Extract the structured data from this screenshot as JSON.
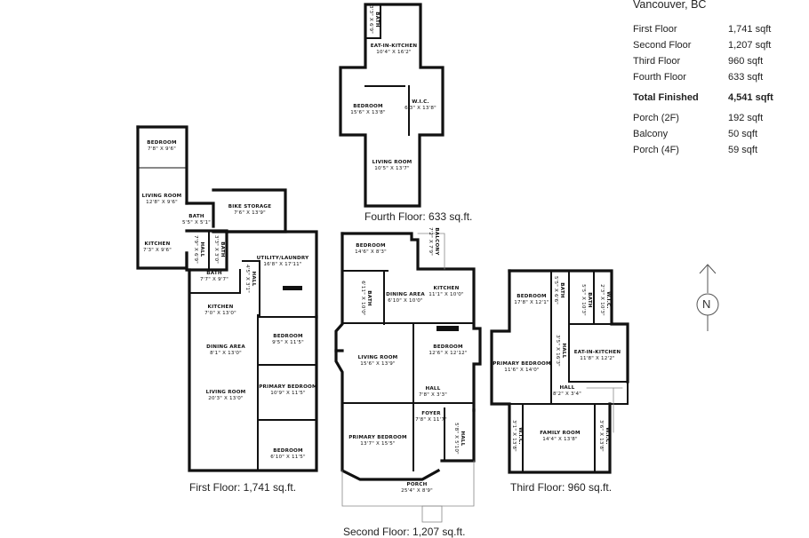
{
  "summary": {
    "city": "Vancouver, BC",
    "rows": [
      {
        "label": "First Floor",
        "value": "1,741 sqft"
      },
      {
        "label": "Second Floor",
        "value": "1,207 sqft"
      },
      {
        "label": "Third Floor",
        "value": "960 sqft"
      },
      {
        "label": "Fourth Floor",
        "value": "633 sqft"
      }
    ],
    "total": {
      "label": "Total Finished",
      "value": "4,541 sqft"
    },
    "extras": [
      {
        "label": "Porch (2F)",
        "value": "192 sqft"
      },
      {
        "label": "Balcony",
        "value": "50 sqft"
      },
      {
        "label": "Porch (4F)",
        "value": "59 sqft"
      }
    ]
  },
  "compass": {
    "letter": "N"
  },
  "floors": {
    "first": {
      "caption": "First Floor: 1,741 sq.ft.",
      "rooms": [
        {
          "name": "BEDROOM",
          "dim": "7'8\" X 9'6\""
        },
        {
          "name": "LIVING ROOM",
          "dim": "12'8\" X 9'6\""
        },
        {
          "name": "BATH",
          "dim": "5'5\" X 5'1\""
        },
        {
          "name": "KITCHEN",
          "dim": "7'3\" X 9'6\""
        },
        {
          "name": "HALL",
          "dim": "7'9\" X 6'9\""
        },
        {
          "name": "BATH",
          "dim": "3'3\" X 3'0\""
        },
        {
          "name": "BIKE STORAGE",
          "dim": "7'6\" X 13'9\""
        },
        {
          "name": "UTILITY/LAUNDRY",
          "dim": "16'8\" X 17'11\""
        },
        {
          "name": "BATH",
          "dim": "7'7\" X 9'7\""
        },
        {
          "name": "HALL",
          "dim": "4'5\" X 3'1\""
        },
        {
          "name": "KITCHEN",
          "dim": "7'0\" X 13'0\""
        },
        {
          "name": "DINING AREA",
          "dim": "8'1\" X 13'0\""
        },
        {
          "name": "LIVING ROOM",
          "dim": "20'3\" X 13'0\""
        },
        {
          "name": "BEDROOM",
          "dim": "9'5\" X 11'5\""
        },
        {
          "name": "PRIMARY BEDROOM",
          "dim": "10'9\" X 11'5\""
        },
        {
          "name": "BEDROOM",
          "dim": "6'10\" X 11'5\""
        }
      ]
    },
    "second": {
      "caption": "Second Floor: 1,207 sq.ft.",
      "rooms": [
        {
          "name": "BEDROOM",
          "dim": "14'6\" X 8'3\""
        },
        {
          "name": "BALCONY",
          "dim": "7'2\" X 7'9\""
        },
        {
          "name": "BATH",
          "dim": "6'11\" X 10'0\""
        },
        {
          "name": "DINING AREA",
          "dim": "6'10\" X 10'0\""
        },
        {
          "name": "KITCHEN",
          "dim": "11'1\" X 10'0\""
        },
        {
          "name": "LIVING ROOM",
          "dim": "15'6\" X 13'9\""
        },
        {
          "name": "BEDROOM",
          "dim": "12'6\" X 12'12\""
        },
        {
          "name": "HALL",
          "dim": "7'8\" X 3'3\""
        },
        {
          "name": "FOYER",
          "dim": "7'8\" X 11'7\""
        },
        {
          "name": "HALL",
          "dim": "5'8\" X 5'10\""
        },
        {
          "name": "PRIMARY BEDROOM",
          "dim": "13'7\" X 15'5\""
        },
        {
          "name": "PORCH",
          "dim": "25'4\" X 8'9\""
        }
      ]
    },
    "third": {
      "caption": "Third Floor: 960 sq.ft.",
      "rooms": [
        {
          "name": "BEDROOM",
          "dim": "17'8\" X 12'1\""
        },
        {
          "name": "BATH",
          "dim": "5'5\" X 6'6\""
        },
        {
          "name": "BATH",
          "dim": "5'5\" X 10'3\""
        },
        {
          "name": "W.I.C.",
          "dim": "2'3\" X 10'3\""
        },
        {
          "name": "HALL",
          "dim": "3'5\" X 16'3\""
        },
        {
          "name": "EAT-IN-KITCHEN",
          "dim": "11'8\" X 12'2\""
        },
        {
          "name": "PRIMARY BEDROOM",
          "dim": "11'6\" X 14'0\""
        },
        {
          "name": "HALL",
          "dim": "8'2\" X 3'4\""
        },
        {
          "name": "W.I.C.",
          "dim": "3'1\" X 13'8\""
        },
        {
          "name": "FAMILY ROOM",
          "dim": "14'4\" X 13'8\""
        },
        {
          "name": "W.I.C.",
          "dim": "3'6\" X 13'8\""
        }
      ]
    },
    "fourth": {
      "caption": "Fourth Floor: 633 sq.ft.",
      "rooms": [
        {
          "name": "BATH",
          "dim": "3'3\" X 6'9\""
        },
        {
          "name": "EAT-IN-KITCHEN",
          "dim": "10'4\" X 16'2\""
        },
        {
          "name": "BEDROOM",
          "dim": "15'6\" X 13'8\""
        },
        {
          "name": "W.I.C.",
          "dim": "6'3\" X 13'8\""
        },
        {
          "name": "LIVING ROOM",
          "dim": "10'5\" X 13'7\""
        }
      ]
    }
  }
}
